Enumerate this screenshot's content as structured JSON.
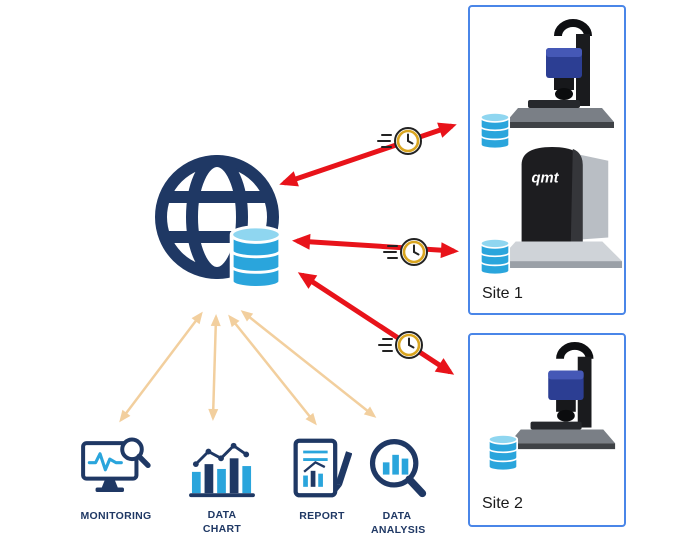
{
  "sites": [
    {
      "label": "Site 1",
      "device_label": "qmt"
    },
    {
      "label": "Site 2"
    }
  ],
  "outputs": [
    {
      "label": "MONITORING"
    },
    {
      "label": "DATA CHART"
    },
    {
      "label": "REPORT"
    },
    {
      "label": "DATA ANALYSIS"
    }
  ],
  "colors": {
    "navy": "#1f3864",
    "blue": "#2aa5dc",
    "red_arrow": "#e8131a",
    "tan_arrow": "#f2cf9e",
    "site_border": "#4a86e8",
    "clock_gold": "#d9a520"
  }
}
